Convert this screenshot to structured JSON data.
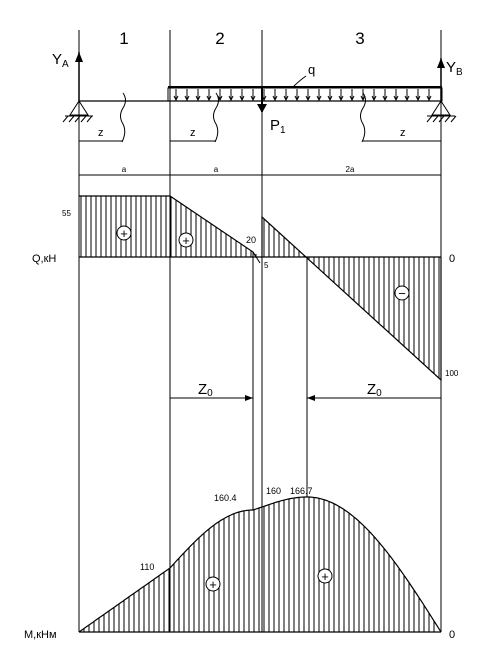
{
  "sections": [
    "1",
    "2",
    "3"
  ],
  "supports": {
    "left": "Y",
    "left_sub": "A",
    "right": "Y",
    "right_sub": "B"
  },
  "load": {
    "distributed": "q",
    "point": "P",
    "point_sub": "1"
  },
  "z_label": "z",
  "spans": {
    "s1": "a",
    "s2": "a",
    "s3": "2a"
  },
  "shear": {
    "axis_label": "Q,кН",
    "zero_right": "0",
    "v_55": "55",
    "v_20": "20",
    "v_5": "5",
    "v_100": "100",
    "signs": [
      "+",
      "+",
      "−"
    ]
  },
  "z0_label": "Z",
  "z0_sub": "0",
  "moment": {
    "axis_label": "M,кНм",
    "zero_right": "0",
    "v_110": "110",
    "v_160_4": "160.4",
    "v_160": "160",
    "v_166_7": "166.7",
    "signs": [
      "+",
      "+"
    ]
  }
}
